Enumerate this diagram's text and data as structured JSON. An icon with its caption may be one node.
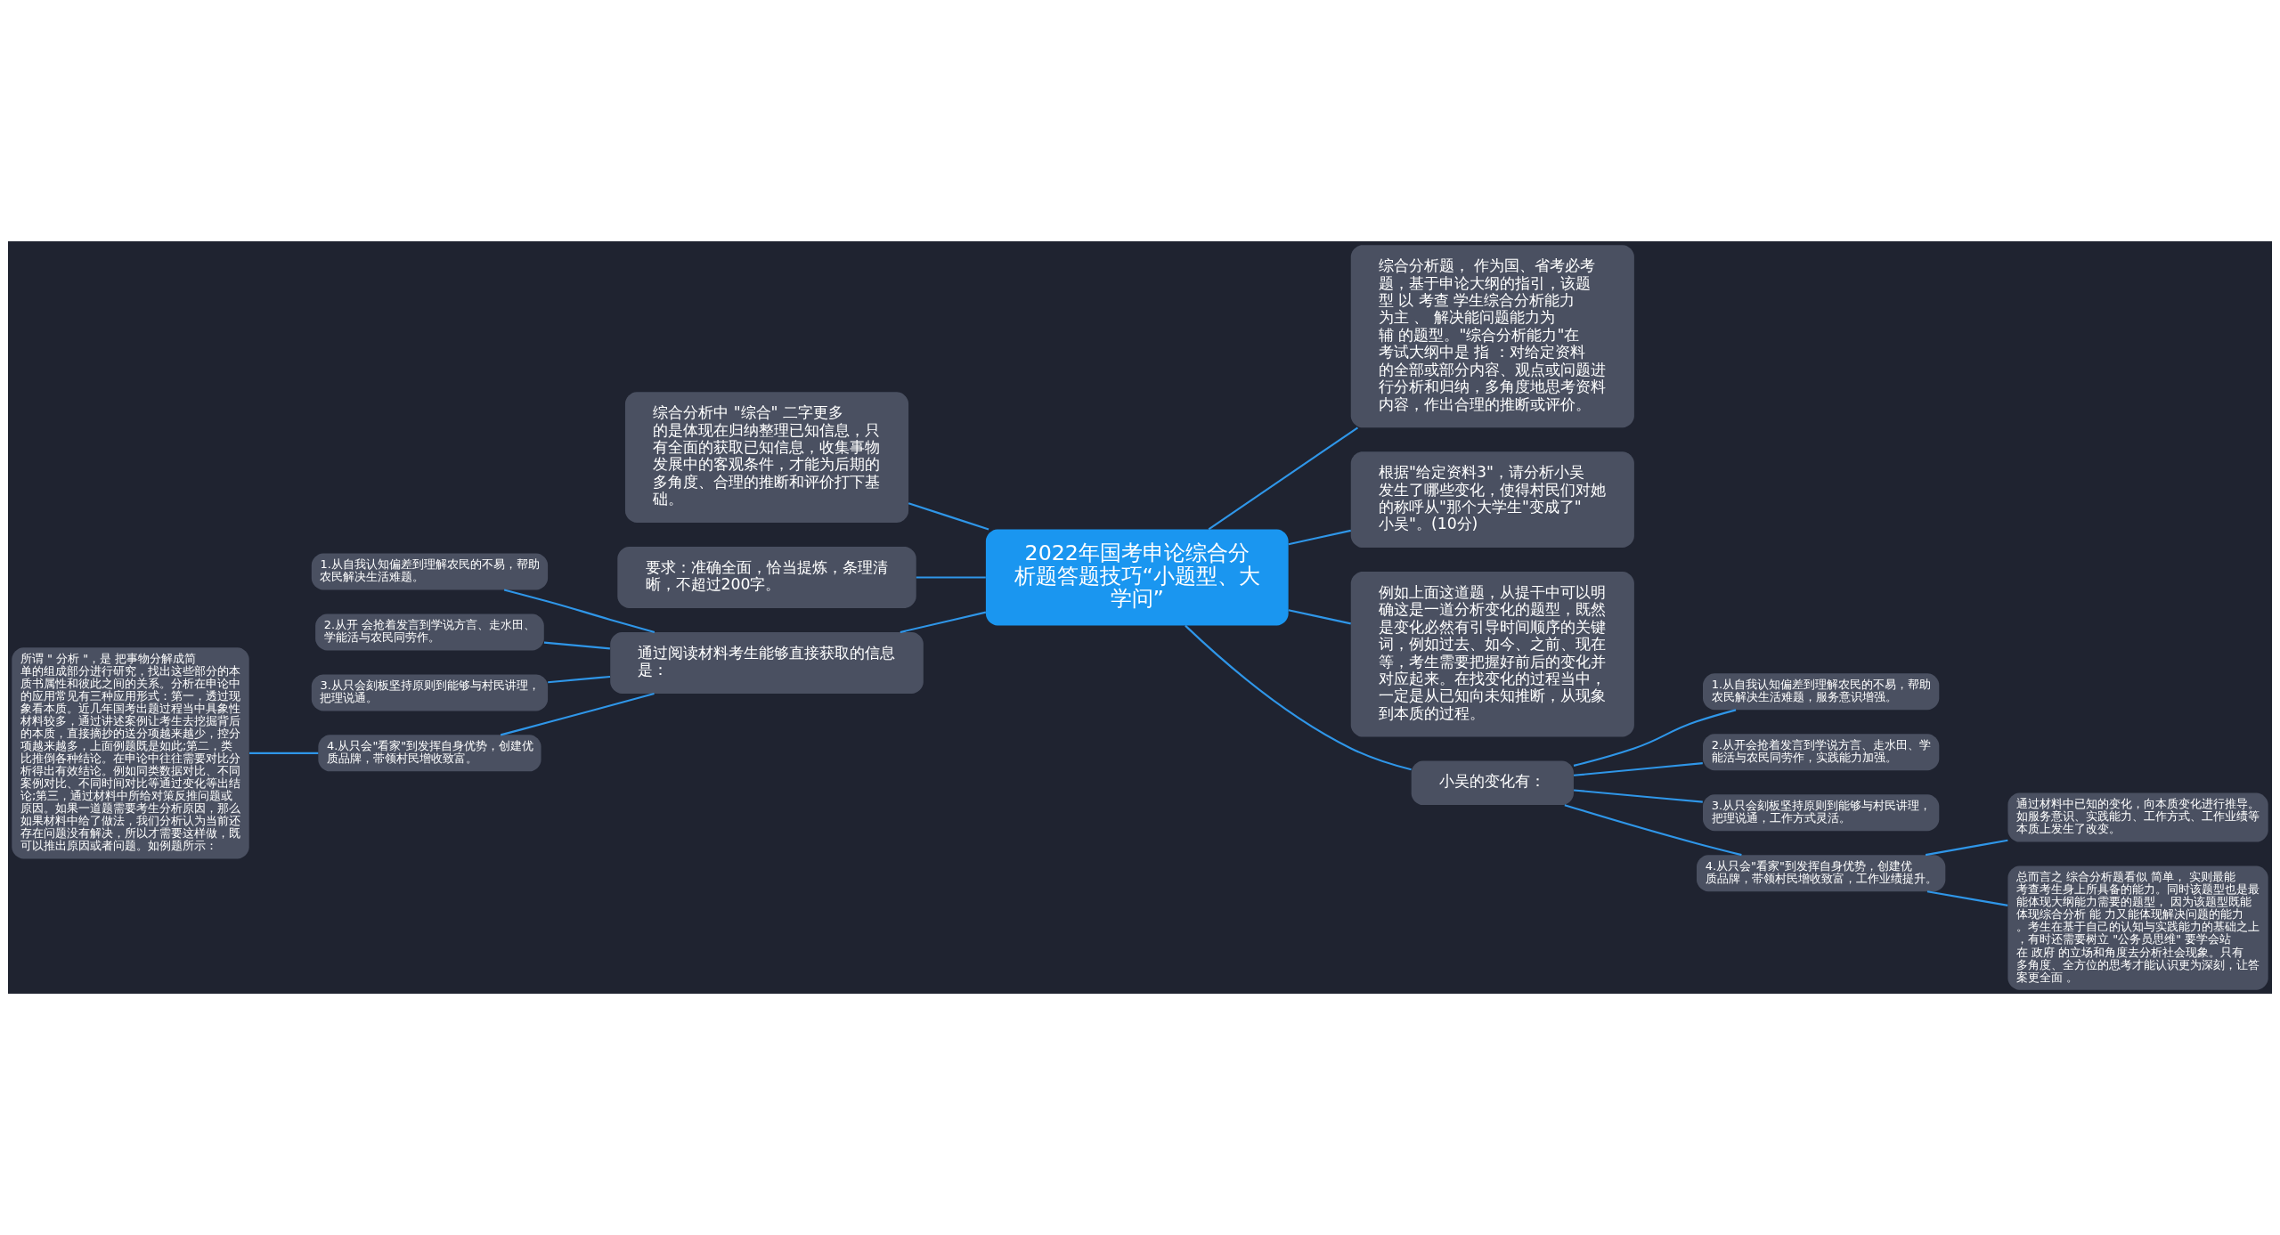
{
  "diagram": {
    "nodes": [
      {
        "text": [
          "2022年国考申论综合分析题答题技巧“小题型、大学问”"
        ]
      },
      {
        "text": [
          "综合分析题， 作为国、省考必考题，基于申论大纲的指引，该题型 以 考查 学生综合分析能力为主 、 解决能问题能力为辅 的题型。\"综合分析能力\"在考试大纲中是 指 ：对给定资料的全部或部分内容、观点或问题进行分析和归纳，多角度地思考资料内容，作出合理的推断或评价。"
        ]
      },
      {
        "text": [
          "根据\"给定资料3\"，请分析小吴发生了哪些变化，使得村民们对她的称呼从\"那个大学生\"变成了\"小吴\"。(10分)"
        ]
      },
      {
        "text": [
          "例如上面这道题，从提干中可以明确这是一道分析变化的题型，既然是变化必然有引导时间顺序的关键词，例如过去、如今、之前、现在等，考生需要把握好前后的变化并对应起来。在找变化的过程当中，一定是从已知向未知推断，从现象到本质的过程。"
        ]
      },
      {
        "text": [
          "小吴的变化有："
        ]
      },
      {
        "text": [
          "1.从自我认知偏差到理解农民的不易，帮助农民解决生活难题，服务意识增强。"
        ]
      },
      {
        "text": [
          "2.从开会抢着发言到学说方言、走水田、学能活与农民同劳作，实践能力加强。"
        ]
      },
      {
        "text": [
          "3.从只会刻板坚持原则到能够与村民讲理，把理说通，工作方式灵活。"
        ]
      },
      {
        "text": [
          "4.从只会\"看家\"到发挥自身优势，创建优质品牌，带领村民增收致富，工作业绩提升。"
        ]
      },
      {
        "text": [
          "通过材料中已知的变化，向本质变化进行推导。如服务意识、实践能力、工作方式、工作业绩等本质上发生了改变。"
        ]
      },
      {
        "text": [
          "总而言之 综合分析题看似 简单， 实则最能考查考生身上所具备的能力。同时该题型也是最能体现大纲能力需要的题型， 因为该题型既能体现综合分析 能 力又能体现解决问题的能力。考生在基于自己的认知与实践能力的基础之上，有时还需要树立 \"公务员思维\" 要学会站在 政府 的立场和角度去分析社会现象。只有多角度、全方位的思考才能认识更为深刻，让答案更全面 。"
        ]
      },
      {
        "text": [
          "综合分析中 \"综合\" 二字更多的是体现在归纳整理已知信息，只有全面的获取已知信息，收集事物发展中的客观条件，才能为后期的多角度、合理的推断和评价打下基础。"
        ]
      },
      {
        "text": [
          "要求：准确全面，恰当提炼，条理清晰，不超过200字。"
        ]
      },
      {
        "text": [
          "通过阅读材料考生能够直接获取的信息是："
        ]
      },
      {
        "text": [
          "1.从自我认知偏差到理解农民的不易，帮助农民解决生活难题。"
        ]
      },
      {
        "text": [
          "2.从开 会抢着发言到学说方言、走水田、学能活与农民同劳作。"
        ]
      },
      {
        "text": [
          "3.从只会刻板坚持原则到能够与村民讲理，把理说通。"
        ]
      },
      {
        "text": [
          "4.从只会\"看家\"到发挥自身优势，创建优质品牌，带领村民增收致富。"
        ]
      },
      {
        "text": [
          "所谓 \" 分析 \"，是 把事物分解成简单的组成部分进行研究，找出这些部分的本质书属性和彼此之间的关系。分析在申论中的应用常见有三种应用形式：第一，透过现象看本质。近几年国考出题过程当中具象性材料较多，通过讲述案例让考生去挖掘背后的本质，直接摘抄的送分项越来越少，控分项越来越多，上面例题既是如此;第二，类比推倒各种结论。在申论中往往需要对比分析得出有效结论。例如同类数据对比、不同案例对比、不同时间对比等通过变化等出结论;第三，通过材料中所给对策反推问题或原因。如果一道题需要考生分析原因，那么如果材料中给了做法，我们分析认为当前还存在问题没有解决，所以才需要这样做，既可以推出原因或者问题。如例题所示："
        ]
      }
    ],
    "edges": [
      {
        "from": 0,
        "to": 1,
        "arrow": "none"
      },
      {
        "from": 0,
        "to": 2,
        "arrow": "none"
      },
      {
        "from": 0,
        "to": 3,
        "arrow": "none"
      },
      {
        "from": 0,
        "to": 4,
        "arrow": "none"
      },
      {
        "from": 4,
        "to": 5,
        "arrow": "none"
      },
      {
        "from": 4,
        "to": 6,
        "arrow": "none"
      },
      {
        "from": 4,
        "to": 7,
        "arrow": "none"
      },
      {
        "from": 4,
        "to": 8,
        "arrow": "none"
      },
      {
        "from": 8,
        "to": 9,
        "arrow": "none"
      },
      {
        "from": 8,
        "to": 10,
        "arrow": "none"
      },
      {
        "from": 0,
        "to": 11,
        "arrow": "none"
      },
      {
        "from": 0,
        "to": 12,
        "arrow": "none"
      },
      {
        "from": 0,
        "to": 13,
        "arrow": "none"
      },
      {
        "from": 13,
        "to": 14,
        "arrow": "none"
      },
      {
        "from": 13,
        "to": 15,
        "arrow": "none"
      },
      {
        "from": 13,
        "to": 16,
        "arrow": "none"
      },
      {
        "from": 13,
        "to": 17,
        "arrow": "none"
      },
      {
        "from": 17,
        "to": 18,
        "arrow": "none"
      }
    ]
  }
}
